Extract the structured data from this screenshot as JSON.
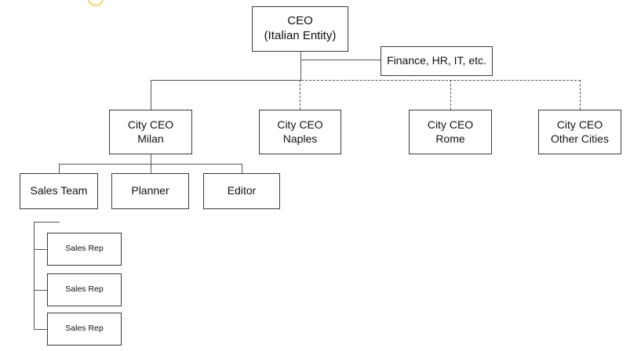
{
  "org_chart": {
    "ceo": {
      "line1": "CEO",
      "line2": "(Italian Entity)"
    },
    "support": {
      "label": "Finance, HR, IT, etc."
    },
    "cities": [
      {
        "line1": "City CEO",
        "line2": "Milan"
      },
      {
        "line1": "City CEO",
        "line2": "Naples"
      },
      {
        "line1": "City CEO",
        "line2": "Rome"
      },
      {
        "line1": "City CEO",
        "line2": "Other Cities"
      }
    ],
    "milan_teams": [
      {
        "label": "Sales Team"
      },
      {
        "label": "Planner"
      },
      {
        "label": "Editor"
      }
    ],
    "sales_reps": [
      {
        "label": "Sales Rep"
      },
      {
        "label": "Sales Rep"
      },
      {
        "label": "Sales Rep"
      }
    ]
  }
}
